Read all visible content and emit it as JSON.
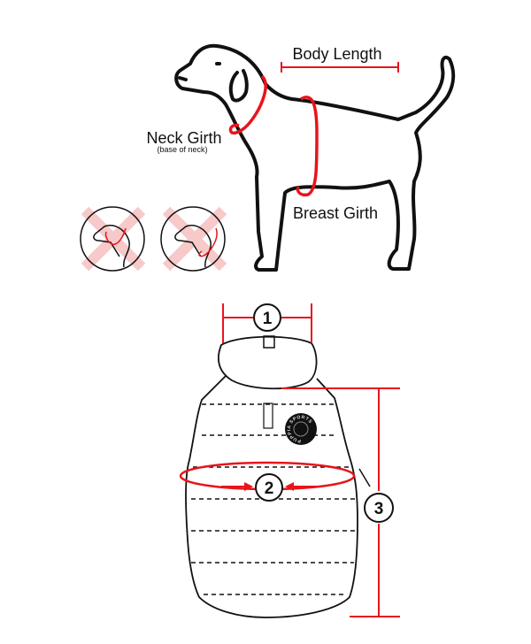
{
  "dog_diagram": {
    "body_length_label": "Body Length",
    "neck_girth_label": "Neck Girth",
    "neck_girth_note": "(base of neck)",
    "breast_girth_label": "Breast Girth"
  },
  "garment_diagram": {
    "marker_1": "1",
    "marker_2": "2",
    "marker_3": "3",
    "badge_logo_text": "PUPPIA SPORTS"
  },
  "colors": {
    "measure_red": "#e8141c",
    "wrong_cross": "#f7c9c9",
    "outline": "#111111"
  }
}
